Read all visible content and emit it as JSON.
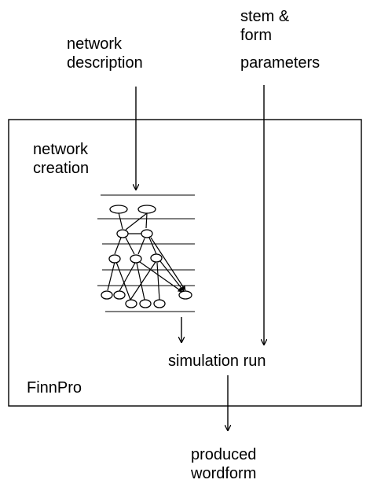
{
  "labels": {
    "network_description_line1": "network",
    "network_description_line2": "description",
    "stem_form_line1": "stem &",
    "stem_form_line2": "form",
    "parameters": "parameters",
    "network_creation_line1": "network",
    "network_creation_line2": "creation",
    "simulation_run": "simulation run",
    "finnpro": "FinnPro",
    "produced_line1": "produced",
    "produced_line2": "wordform"
  },
  "colors": {
    "ink": "#000000",
    "background": "#ffffff"
  }
}
